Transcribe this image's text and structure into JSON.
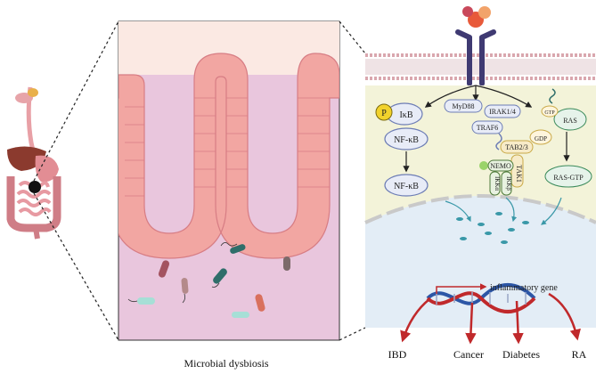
{
  "panel_caption": "Microbial dysbiosis",
  "pathway": {
    "p_badge": "P",
    "ikb": "IκB",
    "nfkb_top": "NF-κB",
    "nfkb_bottom": "NF-κB",
    "myd88": "MyD88",
    "irak": "IRAK1/4",
    "traf6": "TRAF6",
    "tab23": "TAB2/3",
    "tak1": "TAK1",
    "nemo": "NEMO",
    "ikka": "IKKα",
    "ikkb": "IKKβ",
    "gtp": "GTP",
    "ras": "RAS",
    "gdp": "GDP",
    "ras_gtp": "RAS-GTP"
  },
  "gene_label": "inflammatory gene",
  "outcomes": {
    "ibd": "IBD",
    "cancer": "Cancer",
    "diabetes": "Diabetes",
    "ra": "RA"
  },
  "colors": {
    "crypt_bg": "#e9c6dd",
    "lumen_bg": "#fbe9e3",
    "epithelium": "#f2a6a2",
    "cytoplasm": "#f3f3d9",
    "nucleus": "#e3edf6",
    "receptor": "#3f3a72",
    "ligand": "#e85a3a",
    "outcome_arrow": "#c0292b"
  }
}
